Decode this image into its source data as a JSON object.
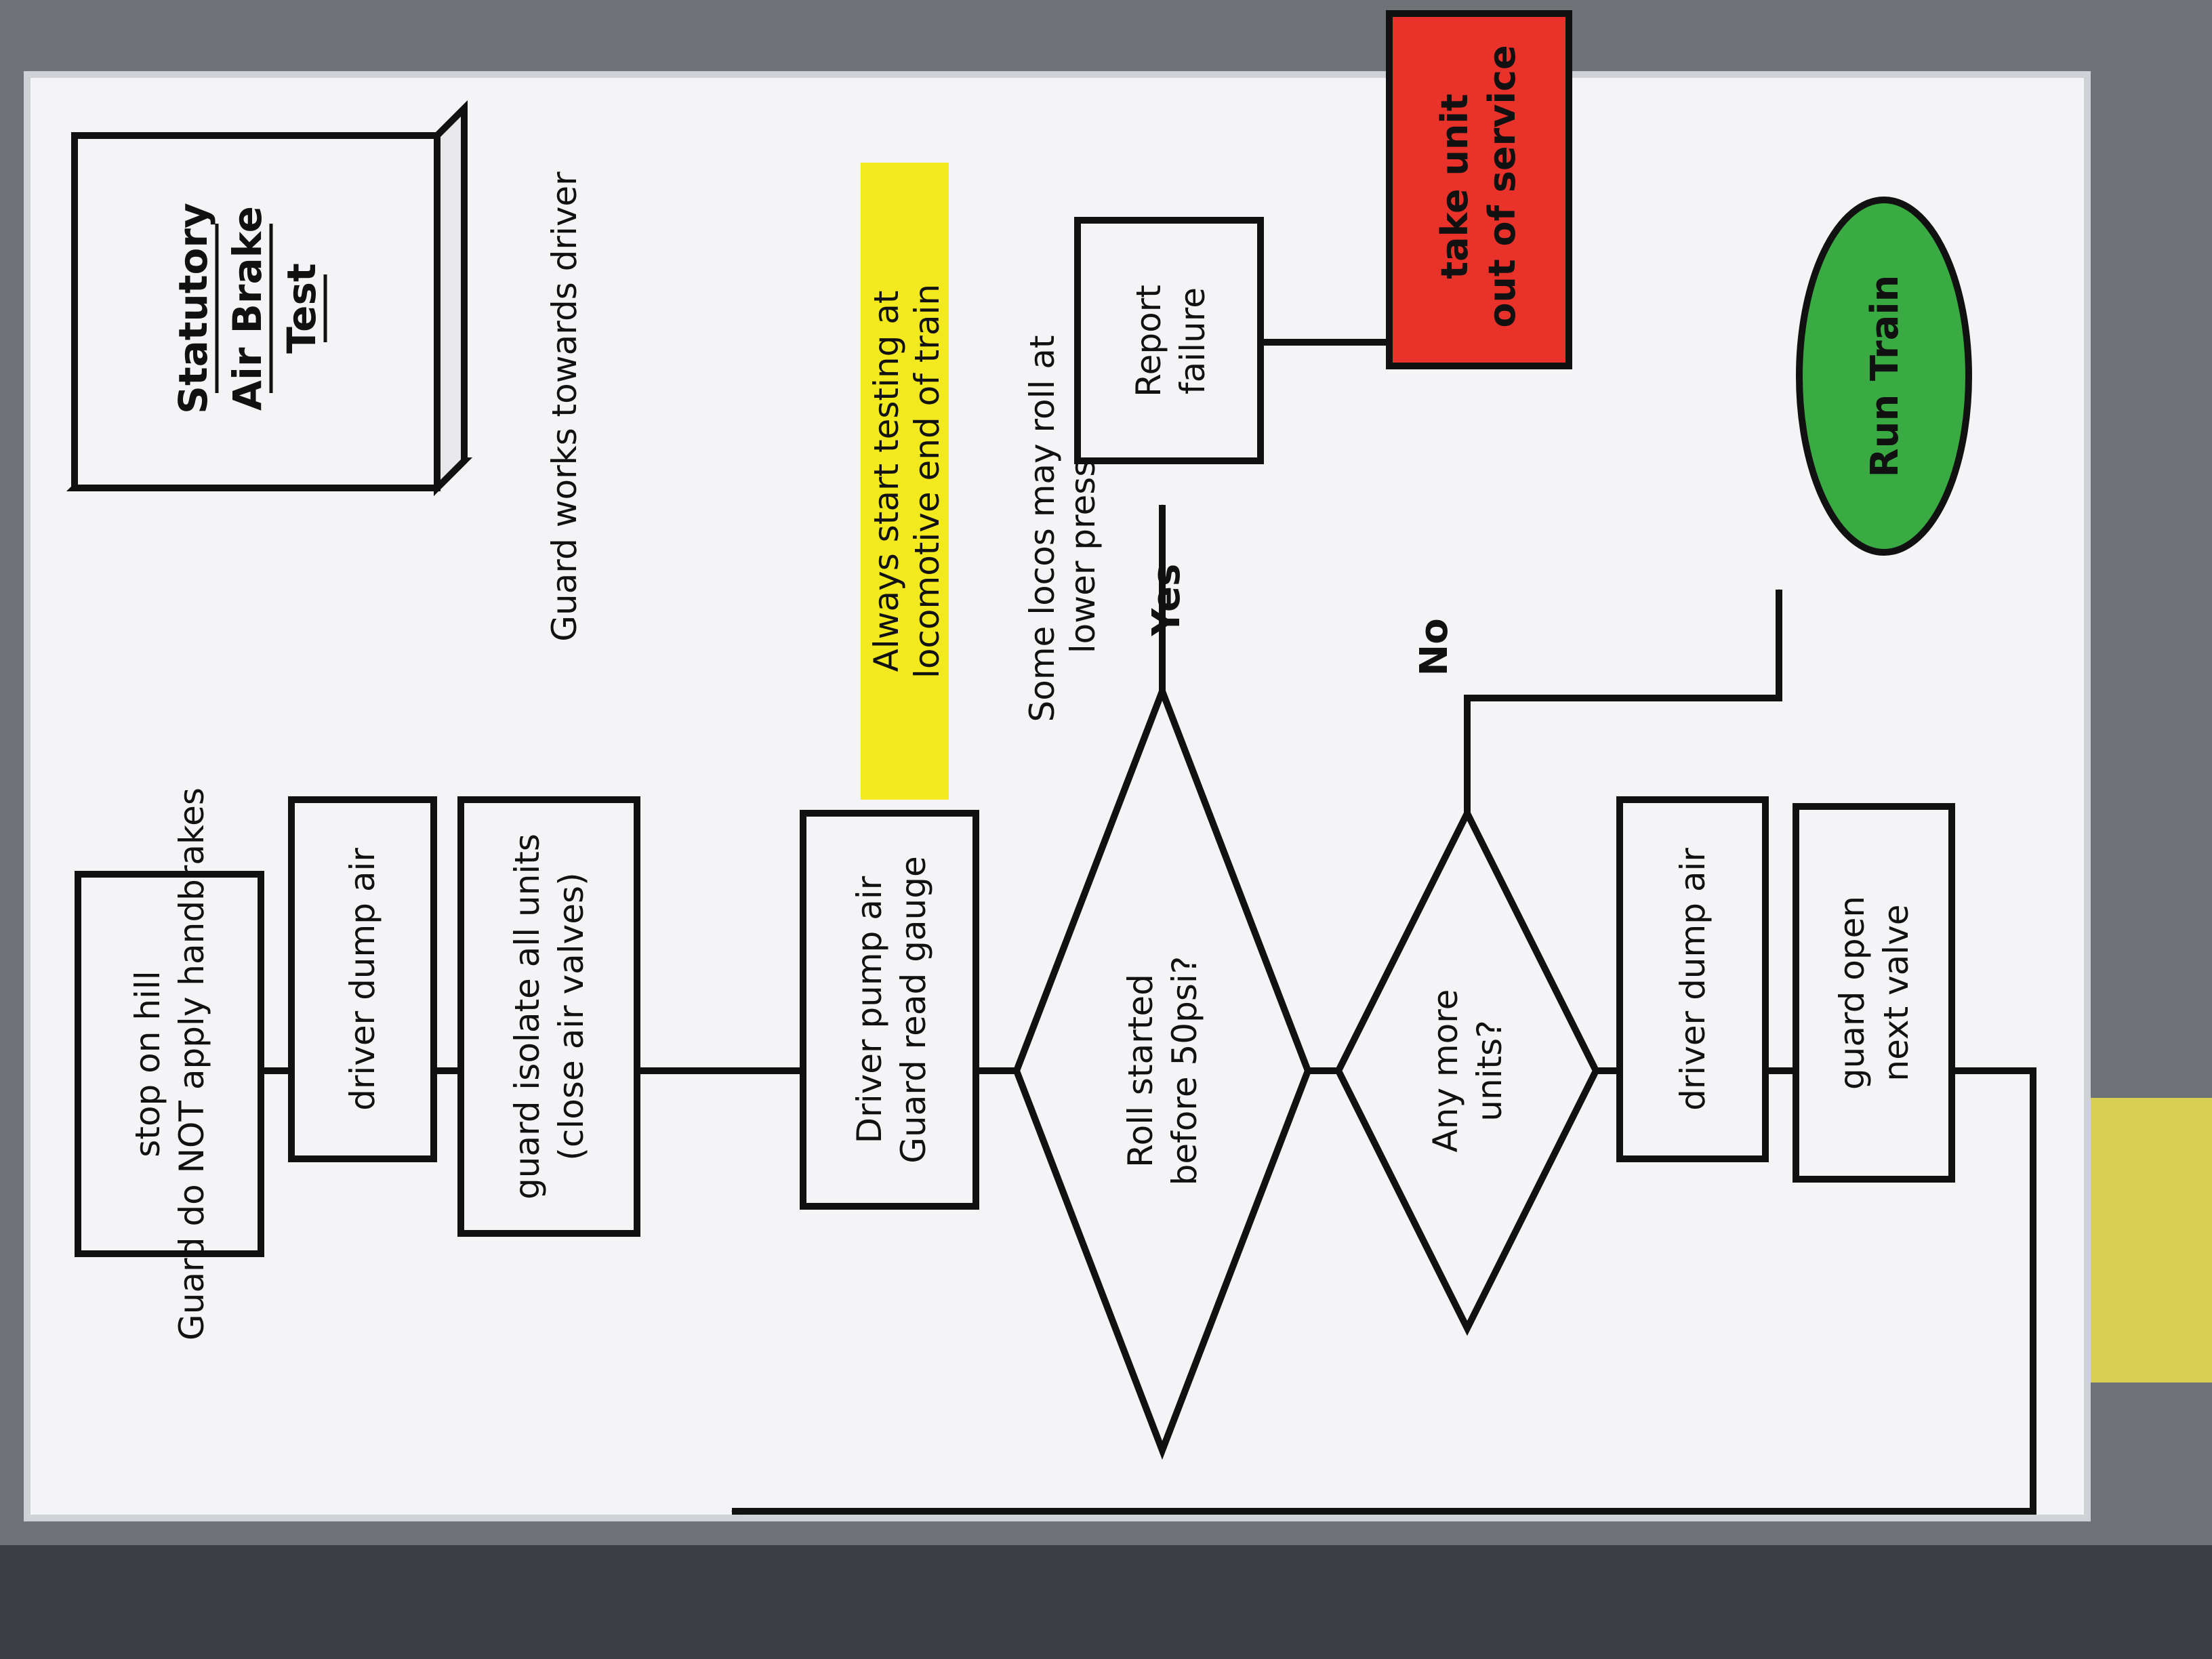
{
  "title": {
    "line1": "Statutory",
    "line2": "Air Brake",
    "line3": "Test"
  },
  "notes": {
    "guard_direction": "Guard works towards driver",
    "start_end_line1": "Always start testing at",
    "start_end_line2": "locomotive end of train",
    "low_pressure_line1": "Some locos may roll at",
    "low_pressure_line2": "lower pressure"
  },
  "steps": {
    "stop_line1": "stop on hill",
    "stop_line2": "Guard do NOT apply handbrakes",
    "dump_air_1": "driver dump air",
    "isolate_line1": "guard isolate all units",
    "isolate_line2": "(close air valves)",
    "pump_line1": "Driver pump air",
    "pump_line2": "Guard read gauge",
    "dump_air_2": "driver dump air",
    "open_valve_line1": "guard open",
    "open_valve_line2": "next valve",
    "report_line1": "Report",
    "report_line2": "failure"
  },
  "decisions": {
    "roll_line1": "Roll started",
    "roll_line2": "before 50psi?",
    "more_line1": "Any more",
    "more_line2": "units?"
  },
  "branches": {
    "yes": "Yes",
    "no": "No"
  },
  "terminals": {
    "out_of_service_line1": "take unit",
    "out_of_service_line2": "out of service",
    "run_train": "Run Train"
  },
  "colors": {
    "paper": "#f4f4f6",
    "ink": "#111111",
    "highlight": "#f2ea1e",
    "failure": "#e8322a",
    "success": "#3aab42",
    "background": "#6f7378"
  }
}
